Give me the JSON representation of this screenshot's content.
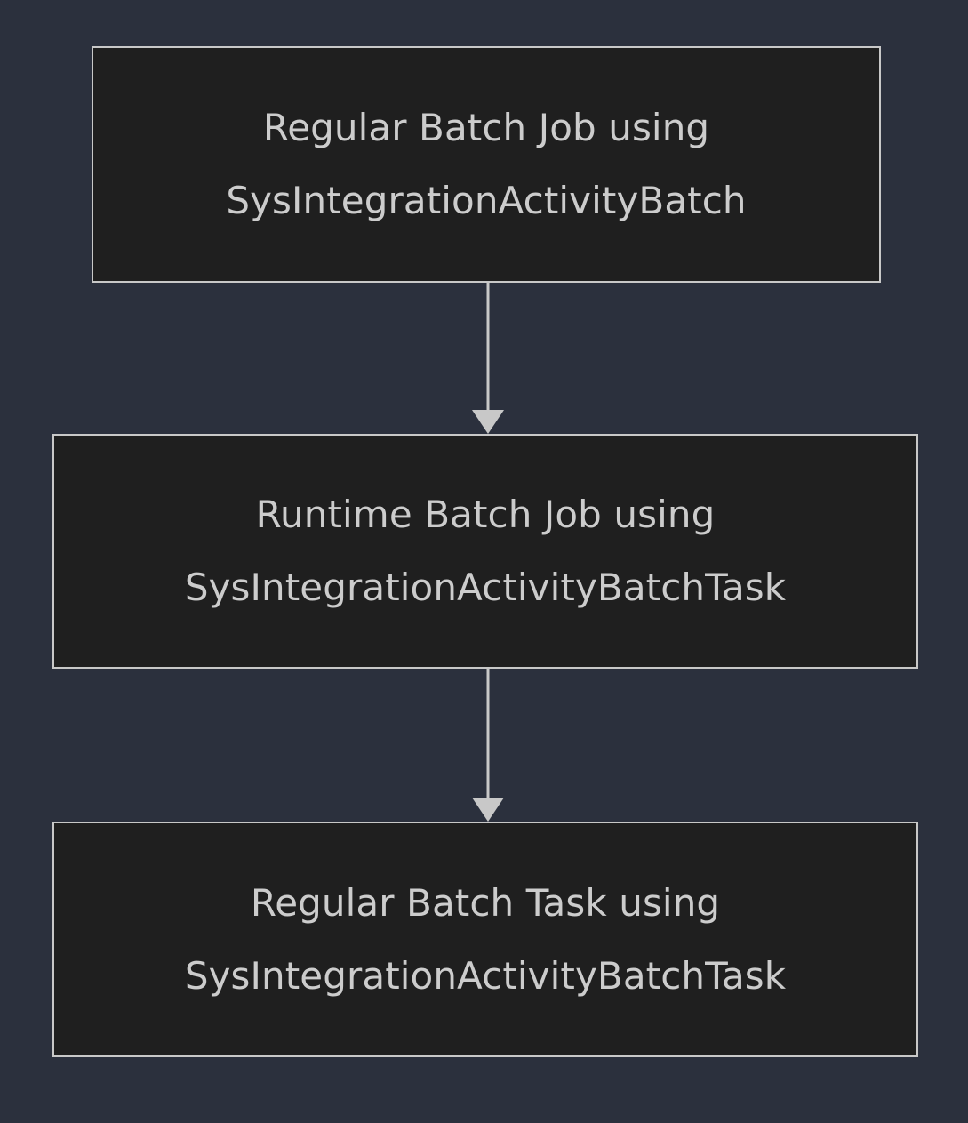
{
  "diagram": {
    "type": "flowchart",
    "direction": "top-to-bottom",
    "background_color": "#2b303d",
    "node_fill_color": "#1f1f1f",
    "node_border_color": "#c8c8c8",
    "text_color": "#cccccc",
    "edge_color": "#c8c8c8",
    "nodes": [
      {
        "id": "regular-batch-job",
        "line1": "Regular Batch Job using",
        "line2": "SysIntegrationActivityBatch"
      },
      {
        "id": "runtime-batch-job",
        "line1": "Runtime Batch Job using",
        "line2": "SysIntegrationActivityBatchTask"
      },
      {
        "id": "regular-batch-task",
        "line1": "Regular Batch Task using",
        "line2": "SysIntegrationActivityBatchTask"
      }
    ],
    "edges": [
      {
        "id": "edge-1",
        "from": "regular-batch-job",
        "to": "runtime-batch-job",
        "label": "",
        "arrowhead": "filled-triangle"
      },
      {
        "id": "edge-2",
        "from": "runtime-batch-job",
        "to": "regular-batch-task",
        "label": "",
        "arrowhead": "filled-triangle"
      }
    ]
  }
}
